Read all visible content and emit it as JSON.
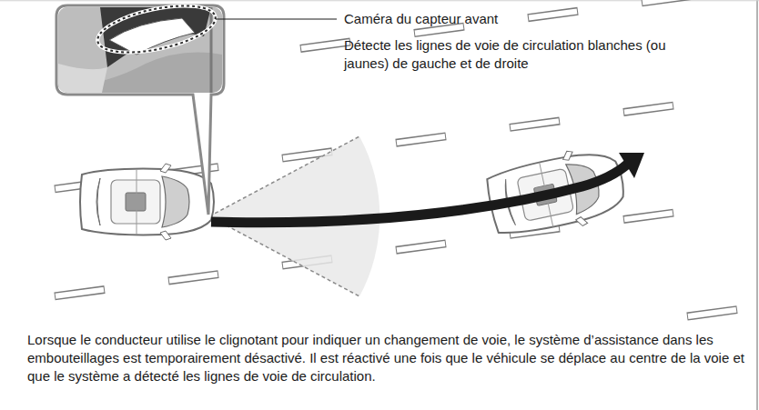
{
  "diagram": {
    "labels": [
      "Caméra du capteur avant",
      "Détecte les lignes de voie de circulation blanches (ou jaunes) de gauche et de droite",
      "Lorsque le conducteur utilise le clignotant pour indiquer un changement de voie, le système d’assistance dans les embouteillages est temporairement désactivé. Il est réactivé une fois que le véhicule se déplace au centre de la voie et que le système a détecté les lignes de voie de circulation."
    ]
  }
}
